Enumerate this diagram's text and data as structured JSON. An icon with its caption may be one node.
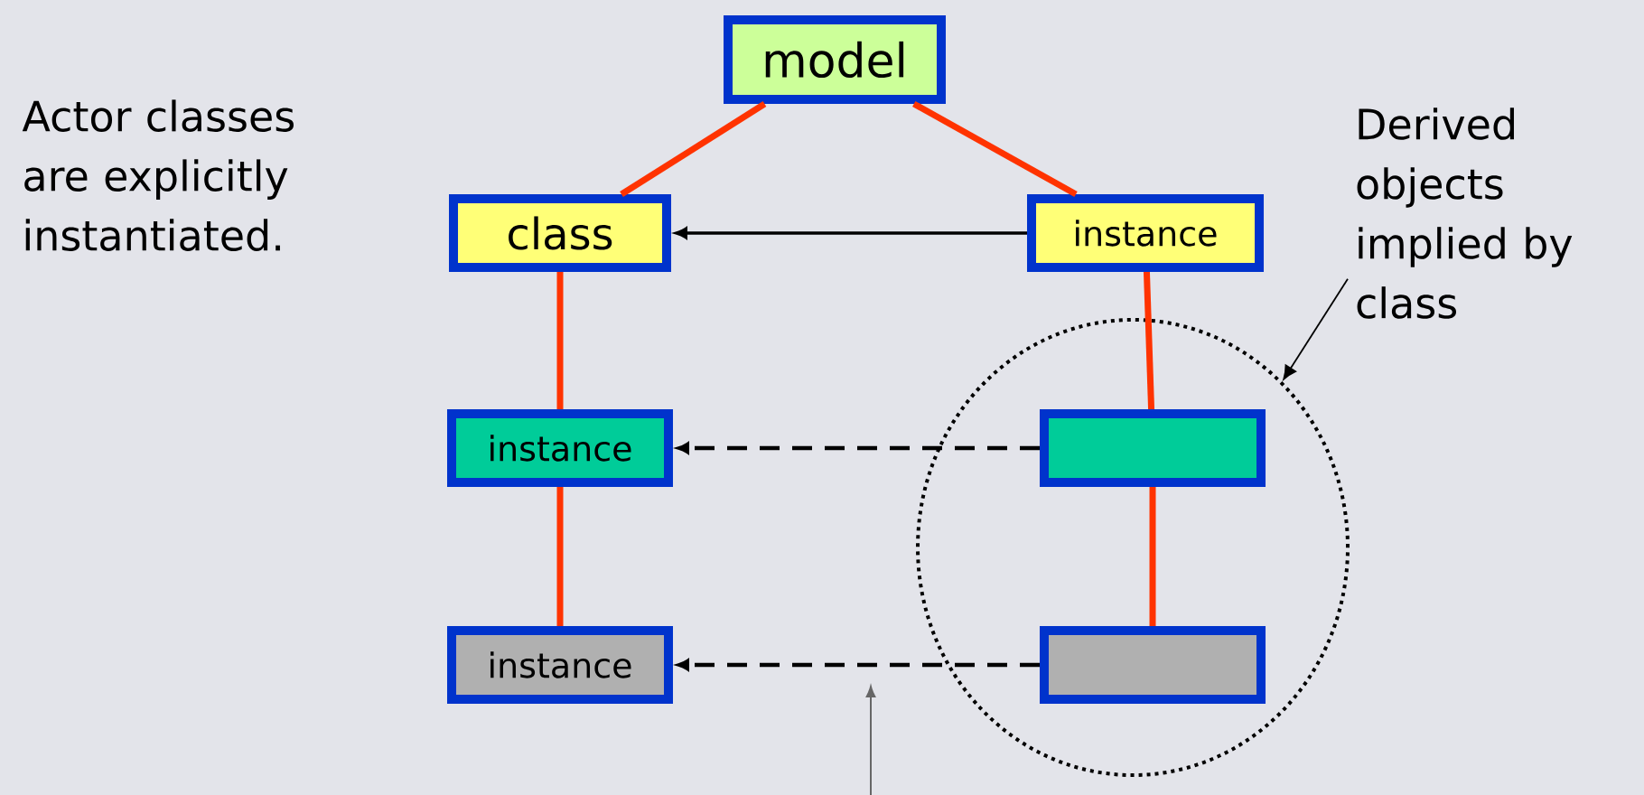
{
  "diagram": {
    "nodes": [
      {
        "text": [
          "model"
        ]
      },
      {
        "text": [
          "class"
        ]
      },
      {
        "text": [
          "instance"
        ]
      },
      {
        "text": [
          "Derived objects implied by class"
        ]
      },
      {
        "text": [
          "instance"
        ]
      },
      {
        "text": [],
        "shape": "circle"
      },
      {
        "text": [],
        "shape": "box",
        "in": 5
      },
      {
        "text": [
          "instance"
        ]
      },
      {
        "text": [],
        "shape": "box",
        "in": 5
      }
    ],
    "edges": [
      {
        "from": 0,
        "to": 1,
        "arrow": "none"
      },
      {
        "from": 0,
        "to": 2,
        "arrow": "none"
      },
      {
        "from": 2,
        "to": 1,
        "arrow": "to",
        "color": "#000000"
      },
      {
        "from": 3,
        "to": 5,
        "arrow": "to",
        "color": "#000000"
      },
      {
        "from": 1,
        "to": 4,
        "arrow": "none"
      },
      {
        "from": 2,
        "to": 6,
        "arrow": "none"
      },
      {
        "from": 6,
        "to": 4,
        "arrow": "to",
        "style": "dashed",
        "color": "#000000"
      },
      {
        "from": 4,
        "to": 7,
        "arrow": "none"
      },
      {
        "from": 6,
        "to": 8,
        "arrow": "none"
      },
      {
        "from": 8,
        "to": 7,
        "arrow": "to",
        "style": "dashed",
        "color": "#000000"
      }
    ],
    "labels": [
      "Actor classes are explicitly instantiated."
    ]
  }
}
